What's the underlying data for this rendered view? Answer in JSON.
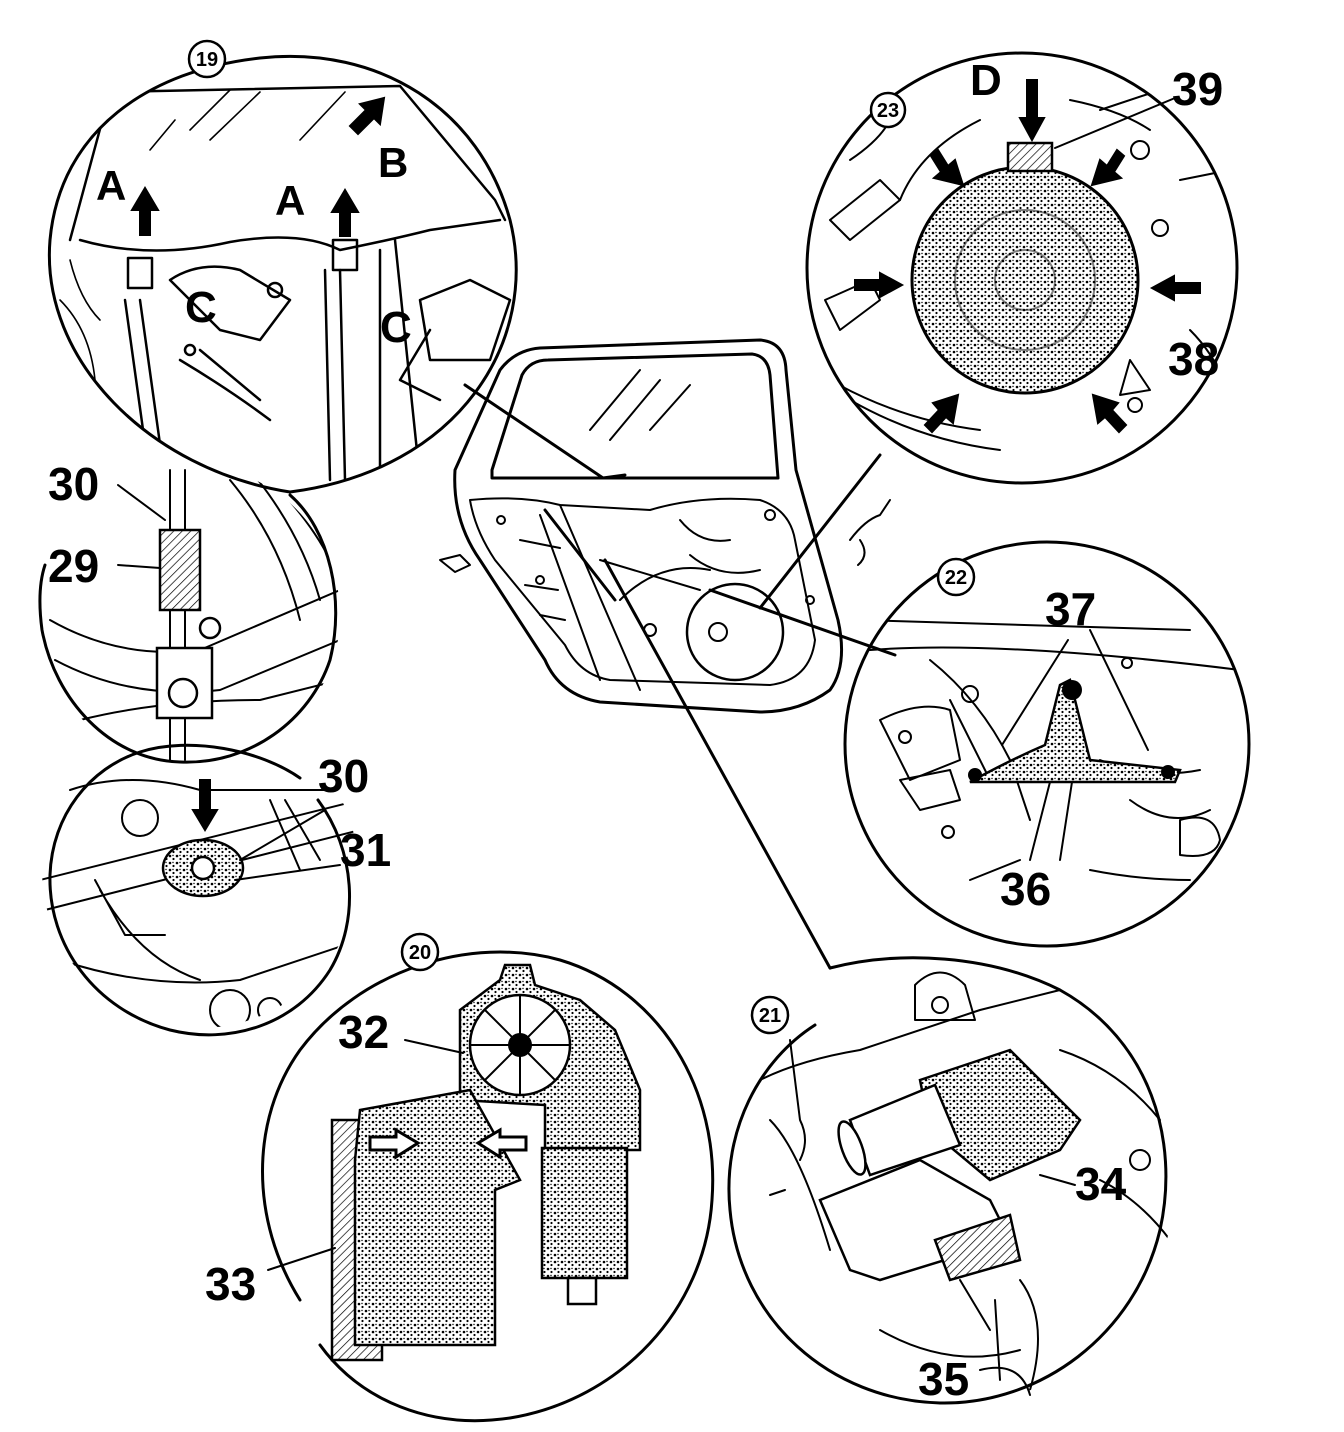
{
  "detail_numbers": {
    "d19": "19",
    "d20": "20",
    "d21": "21",
    "d22": "22",
    "d23": "23"
  },
  "letters": {
    "a1": "A",
    "a2": "A",
    "b": "B",
    "c1": "C",
    "c2": "C",
    "d": "D"
  },
  "part_numbers": {
    "p29": "29",
    "p30_top": "30",
    "p30_mid": "30",
    "p31": "31",
    "p32": "32",
    "p33": "33",
    "p34": "34",
    "p35": "35",
    "p36": "36",
    "p37": "37",
    "p38": "38",
    "p39": "39"
  }
}
